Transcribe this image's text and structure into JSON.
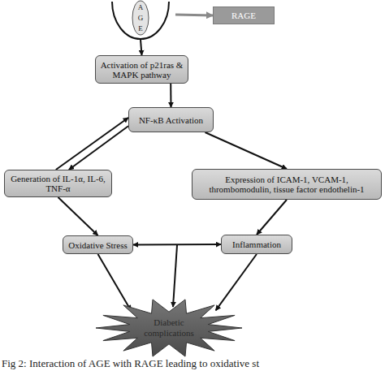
{
  "diagram": {
    "caption": "Fig 2: Interaction of AGE with RAGE leading to oxidative st",
    "nodes": [
      {
        "text": [
          "A G E"
        ]
      },
      {
        "text": [
          "RAGE"
        ]
      },
      {
        "text": [
          "Activation of p21ras & MAPK pathway"
        ]
      },
      {
        "text": [
          "NF-κB Activation"
        ]
      },
      {
        "text": [
          "Generation of IL-1α, IL-6, TNF-α"
        ]
      },
      {
        "text": [
          "Expression of ICAM-1, VCAM-1, thrombomodulin, tissue factor endothelin-1"
        ]
      },
      {
        "text": [
          "Oxidative Stress"
        ]
      },
      {
        "text": [
          "Inflammation"
        ]
      },
      {
        "text": [
          "Diabetic complications"
        ]
      }
    ],
    "edges": [
      {
        "from": 0,
        "to": 1,
        "arrow": "to"
      },
      {
        "from": 0,
        "to": 2,
        "arrow": "to"
      },
      {
        "from": 2,
        "to": 3,
        "arrow": "to"
      },
      {
        "from": 3,
        "to": 4,
        "arrow": "to"
      },
      {
        "from": 4,
        "to": 3,
        "arrow": "to"
      },
      {
        "from": 3,
        "to": 5,
        "arrow": "to"
      },
      {
        "from": 4,
        "to": 6,
        "arrow": "to"
      },
      {
        "from": 5,
        "to": 7,
        "arrow": "to"
      },
      {
        "from": 6,
        "to": 7,
        "arrow": "both"
      },
      {
        "from": 6,
        "to": 8,
        "arrow": "to"
      },
      {
        "from": 7,
        "to": 8,
        "arrow": "to"
      }
    ]
  }
}
